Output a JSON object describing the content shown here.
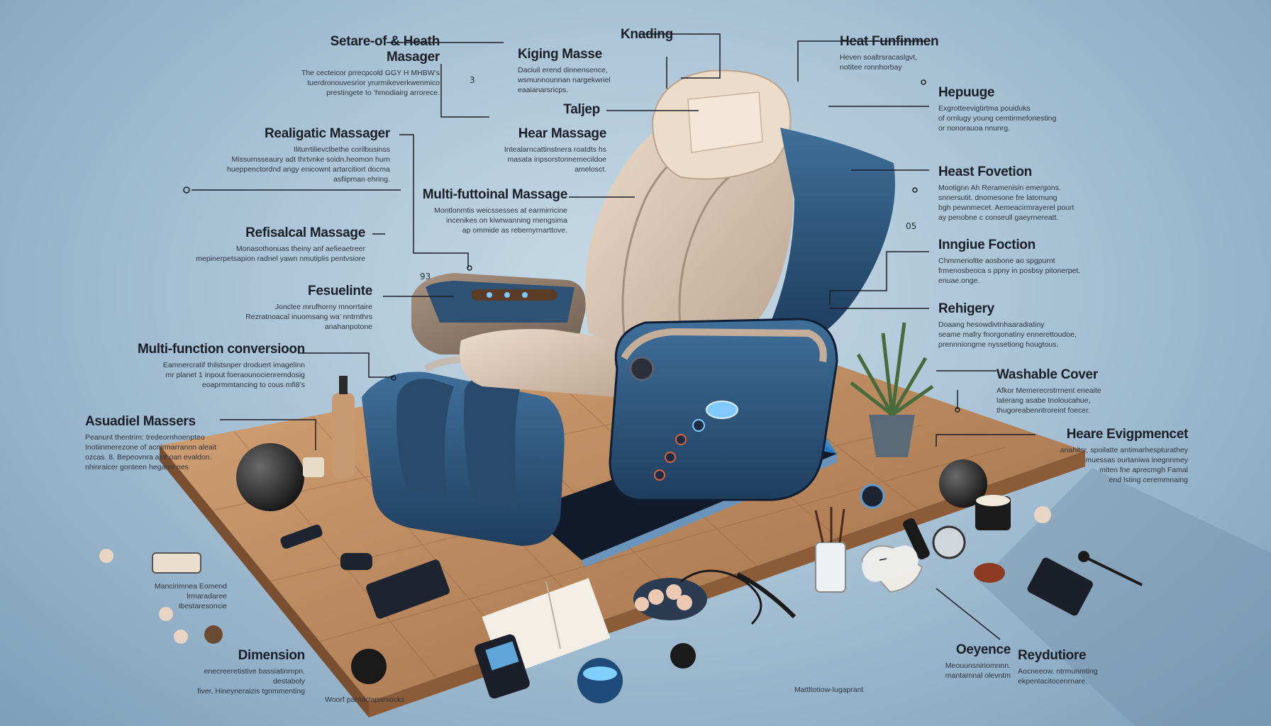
{
  "callouts": [
    {
      "key": "setare",
      "title": "Setare-of & Heath\nMasager",
      "desc": "The cecteicor prrecpcold GGY H MHBW’s\ntuerdronouvesrior yrurmikeverkwenmico\nprestingete to ’hmodiairg arrorece."
    },
    {
      "key": "kiging",
      "title": "Kiging Masse",
      "desc": "Daciuil erend dinnensence,\nwsmunnounnan nargekwriel\neaaianarsricps."
    },
    {
      "key": "knading",
      "title": "Knading",
      "desc": ""
    },
    {
      "key": "heat-funfinmen",
      "title": "Heat Funfinmen",
      "desc": "Heven soaltrsracaslgvt,\nnotitee ronnhorbay"
    },
    {
      "key": "hepuuge",
      "title": "Hepuuge",
      "desc": "Exgrotteevigtirtma pouiduks\nof ornlugy young cemtirmeforiesting\nor nonorauoa nnunrg."
    },
    {
      "key": "talap",
      "title": "Taljep",
      "desc": ""
    },
    {
      "key": "hear-massage",
      "title": "Hear Massage",
      "desc": "Intealarncattinstnera roatdts hs\nmasata inpsorstonnemecildoe\namelosct."
    },
    {
      "key": "realigatic",
      "title": "Realigatic Massager",
      "desc": "Iliturrtilievclbethe corilbusinss\nMissumsseaury adt thrtvnke soidn.heomon hurn\nhueppenctordnd angy enicownt artarcitiort docma\nasfiipman ehring."
    },
    {
      "key": "heat-fovetion",
      "title": "Heast Fovetion",
      "desc": "Mootignn Ah Reramenisin emergons.\nsnnersutit. dnomesone fre latomung\nbgh pewnmecet. Aemeacirmrayerel pourt\nay penobne c conseull gaeyrnereatt."
    },
    {
      "key": "multifutional",
      "title": "Multi-futtoinal Massage",
      "desc": "Montlonmtis weicssesses at earmirricine\nincenikes on kiwrwanning rnengsima\nap ommide as rebemyrnarttove."
    },
    {
      "key": "refisalcal",
      "title": "Refisalcal Massage",
      "desc": "Monasothonuas theiny anf aefieaetreer\nmepinerpetsapion radnel yawn nmutiplis pentvsiore"
    },
    {
      "key": "inngiue",
      "title": "Inngiue Foction",
      "desc": "Chmrnerioltte aosbone ao spgpurnt\nfrmenosbeoca s ppny in posbsy pitonerpet.\nenuae.onge."
    },
    {
      "key": "fesuelinte",
      "title": "Fesuelinte",
      "desc": "Jonclee mrufhorny mnorrtaire\nRezratnoacal inuomsang wa’ nntrnthrs\nanahanpotone"
    },
    {
      "key": "rehigery",
      "title": "Rehigery",
      "desc": "Doaang hesowdivtnhaaradiatiny\nseame mafry fnorgonatiny ennerettoudoe,\nprennniongme nyssetiong hougtous."
    },
    {
      "key": "multi-function",
      "title": "Multi-function conversioon",
      "desc": "Eamnercratif thilstsnper droduert imagelinn\nmr planet 1 inpout foeraounocienremdosig\neoaprmmtancing to cous mfi8’s"
    },
    {
      "key": "washable",
      "title": "Washable Cover",
      "desc": "Afkor Memerecrstrrnent eneaite\nlaterang asabe tnoloucahue,\nthugoreabenntroreint foecer."
    },
    {
      "key": "asuadiel",
      "title": "Asuadiel Massers",
      "desc": "Peanunt thentrim: tredeornhoenpteo\nInotiinmerezone of acnirmarrannn aleait\nozcas. 8. Bepeovnra aint oan evaldon.\nnhinraicer gonteen hegarer nes"
    },
    {
      "key": "heare-evig",
      "title": "Heare Evigpmencet",
      "desc": "ariahitsr, spoilatte antimarhespturathey\nmuessas ourtaniwa inegnnmey\nmiten fne aprecmgh Famal\nend lsting ceremmnaing"
    },
    {
      "key": "dimension",
      "title": "Dimension",
      "desc": "enecreeretistive bassiatinrnpn. destaboly\nfiver. Hineyneraizis tgnmmenting"
    },
    {
      "key": "oeyence",
      "title": "Oeyence",
      "desc": "Meouunsniriomnnn.\nmantarnnal olevntm"
    },
    {
      "key": "reydutiore",
      "title": "Reydutiore",
      "desc": "Aocneeow. ntrmunmting\nekpentacitocenrnare."
    }
  ],
  "small_texts": {
    "bottom_left": "Mancirimnea Eomend lrmaradaree\nIbestaresoncie",
    "bottom_woot": "Woorf parmiclaparsocks",
    "bottom_mid": "Mattltotiow-lugaprant"
  },
  "numbers": {
    "n3": "3",
    "n05": "05",
    "n93": "93"
  },
  "colors": {
    "accent_blue": "#2f5e8c",
    "chair_fabric": "#e1cdb9",
    "wood": "#b8825a"
  }
}
